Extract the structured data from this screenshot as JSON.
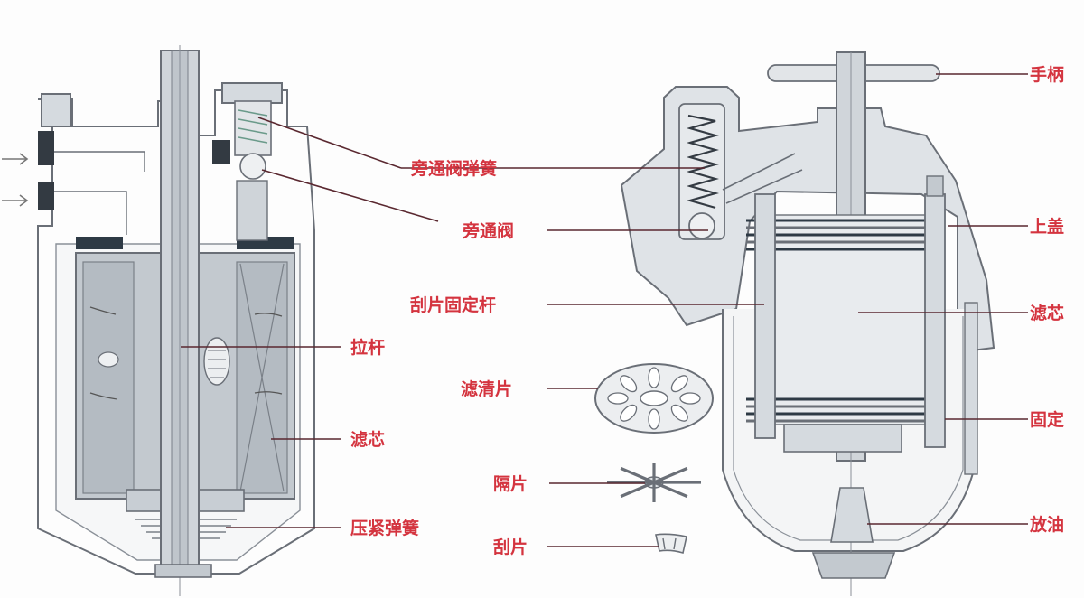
{
  "labels": {
    "bypass_valve_spring": "旁通阀弹簧",
    "bypass_valve": "旁通阀",
    "pull_rod": "拉杆",
    "filter_core_left": "滤芯",
    "compression_spring": "压紧弹簧",
    "scraper_fixing_rod": "刮片固定杆",
    "filter_disc": "滤清片",
    "spacer": "隔片",
    "scraper": "刮片",
    "handle": "手柄",
    "upper_cover": "上盖",
    "filter_core_right": "滤芯",
    "fixing": "固定",
    "drain_oil": "放油"
  },
  "colors": {
    "label": "#d4343f",
    "leader": "#5a2830",
    "body_fill": "#d5dadf",
    "core_fill": "#b9c0c7",
    "outline": "#6a6f77",
    "dark_gasket": "#2e3a45",
    "inlet_black": "#333a42"
  }
}
